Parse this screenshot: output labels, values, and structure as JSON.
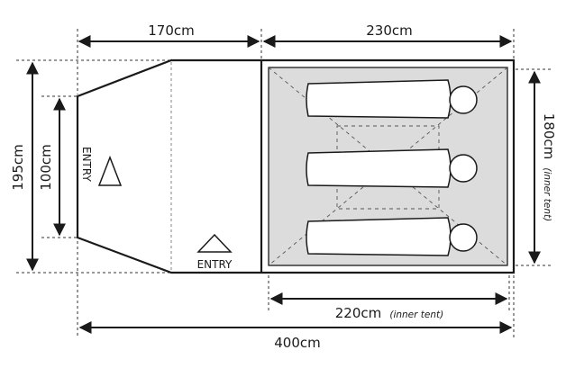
{
  "dimensions": {
    "top_left": "170cm",
    "top_right": "230cm",
    "left_outer": "195cm",
    "left_inner": "100cm",
    "right_value": "180cm",
    "right_note": "(inner tent)",
    "bottom_inner_value": "220cm",
    "bottom_inner_note": "(inner tent)",
    "bottom_total": "400cm"
  },
  "entries": {
    "side": "ENTRY",
    "front": "ENTRY"
  },
  "icons": {
    "entry": "triangle-icon",
    "sleeper": "sleeping-bag-icon"
  },
  "colors": {
    "outline": "#1a1a1a",
    "inner_fill": "#dcdcdc"
  }
}
